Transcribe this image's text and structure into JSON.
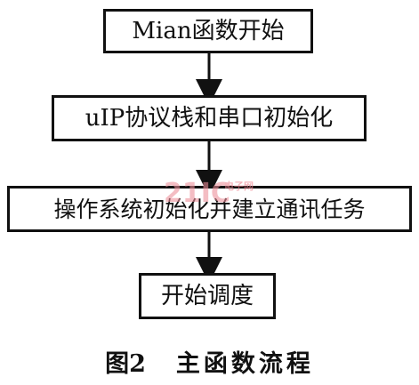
{
  "flowchart": {
    "steps": [
      "Mian函数开始",
      "uIP协议栈和串口初始化",
      "操作系统初始化并建立通讯任务",
      "开始调度"
    ],
    "caption": {
      "figure_number": "图2",
      "title": "主函数流程"
    }
  },
  "watermark": {
    "brand": "21IC",
    "subtitle": "电子网"
  },
  "colors": {
    "line": "#111111",
    "background": "#ffffff",
    "watermark_primary": "#ec8f99",
    "watermark_secondary": "#ef7f8c"
  }
}
